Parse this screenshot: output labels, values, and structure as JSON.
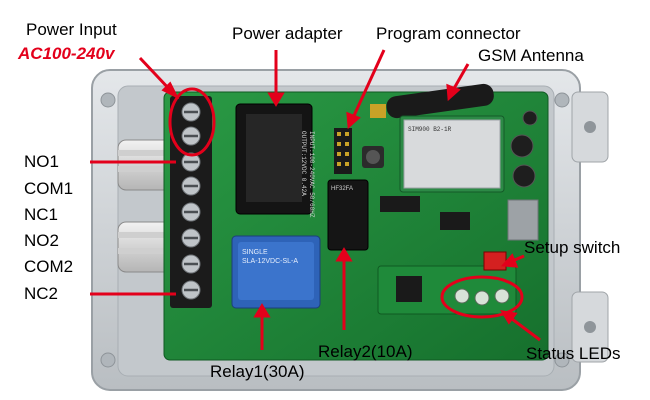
{
  "labels": {
    "power_input": "Power Input",
    "power_input_voltage": "AC100-240v",
    "power_adapter": "Power adapter",
    "program_connector": "Program connector",
    "gsm_antenna": "GSM Antenna",
    "no1": "NO1",
    "com1": "COM1",
    "nc1": "NC1",
    "no2": "NO2",
    "com2": "COM2",
    "nc2": "NC2",
    "setup_switch": "Setup switch",
    "relay2": "Relay2(10A)",
    "relay1": "Relay1(30A)",
    "status_leds": "Status LEDs"
  },
  "module_text": {
    "adapter_line1": "INPUT:100-240VAC 50/60HZ",
    "adapter_line2": "OUTPUT:12VDC 0.42A",
    "relay1_line1": "SINGLE",
    "relay1_line2": "SLA-12VDC-SL-A",
    "relay2_line1": "HF32FA",
    "gsm_line1": "SIM900 B2-1R"
  },
  "colors": {
    "annotation_red": "#e3001b",
    "enclosure": "#cfd3d6",
    "pcb": "#1f8a3a",
    "terminal_block": "#1b1b1b",
    "relay1": "#2e63b8",
    "adapter": "#141414"
  }
}
